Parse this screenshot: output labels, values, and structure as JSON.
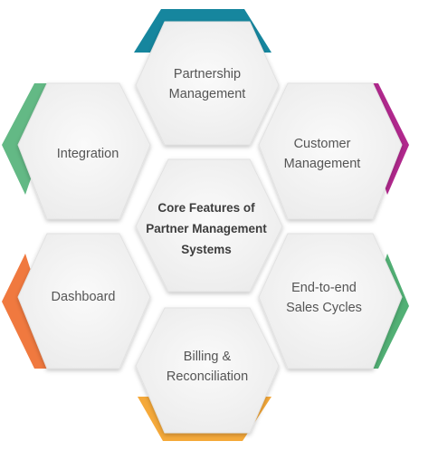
{
  "center": {
    "lines": [
      "Core Features of",
      "Partner Management",
      "Systems"
    ]
  },
  "features": [
    {
      "id": "partnership",
      "lines": [
        "Partnership",
        "Management"
      ],
      "accent": "#16869e"
    },
    {
      "id": "customer",
      "lines": [
        "Customer",
        "Management"
      ],
      "accent": "#b1288d"
    },
    {
      "id": "end-to-end",
      "lines": [
        "End-to-end",
        "Sales Cycles"
      ],
      "accent": "#52b075"
    },
    {
      "id": "billing",
      "lines": [
        "Billing &",
        "Reconciliation"
      ],
      "accent": "#f5a93a"
    },
    {
      "id": "dashboard",
      "lines": [
        "Dashboard"
      ],
      "accent": "#f0793f"
    },
    {
      "id": "integration",
      "lines": [
        "Integration"
      ],
      "accent": "#63b985"
    }
  ],
  "colors": {
    "hex_fill": "#f2f2f2",
    "text": "#555555"
  }
}
